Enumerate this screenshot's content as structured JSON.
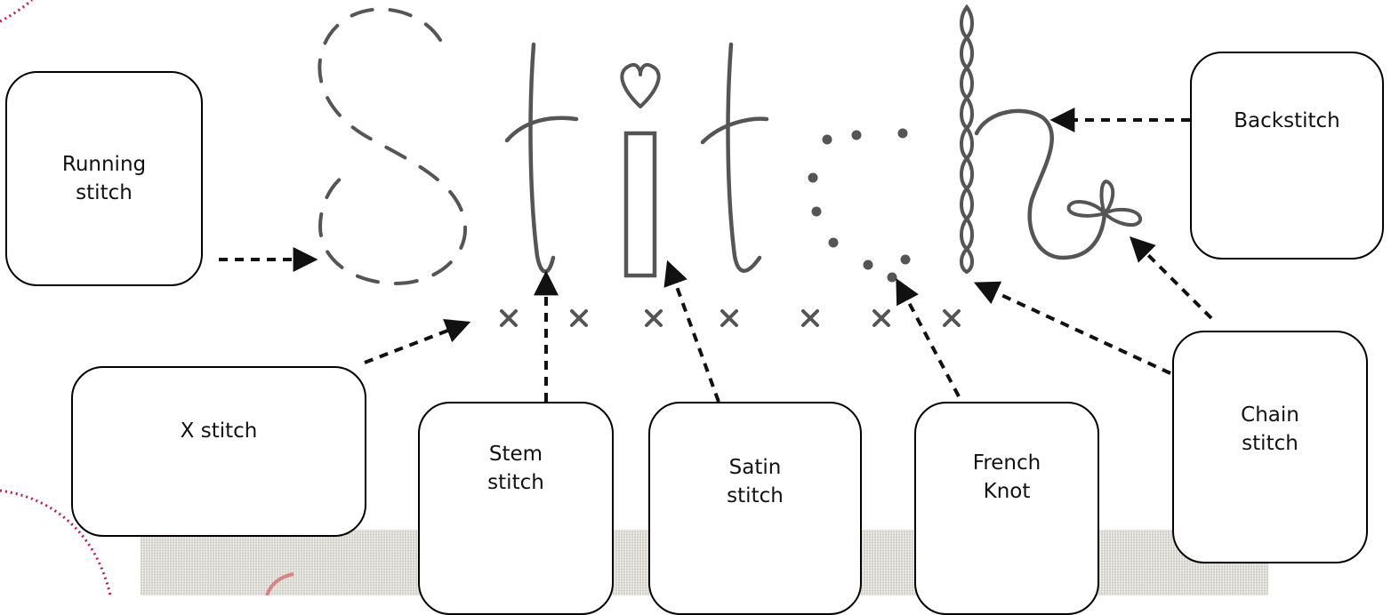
{
  "labels": {
    "running": "Running\nstitch",
    "x_stitch": "X stitch",
    "stem": "Stem\nstitch",
    "satin": "Satin\nstitch",
    "french": "French\nKnot",
    "chain": "Chain\nstitch",
    "backstitch": "Backstitch"
  },
  "colors": {
    "thread": "#555555",
    "arrow": "#111111",
    "fabric": "#dcdcd4",
    "seam": "#c2185b"
  }
}
